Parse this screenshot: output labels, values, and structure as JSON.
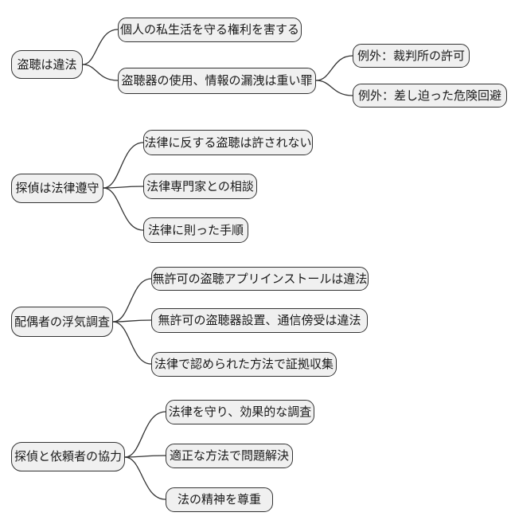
{
  "diagram": {
    "type": "mindmap",
    "background_color": "#ffffff",
    "node_fill_color": "#f0f0f0",
    "node_border_color": "#333333",
    "link_color": "#333333",
    "text_color": "#1a1a1a",
    "branches": [
      {
        "root": "盗聴は違法",
        "children": [
          {
            "label": "個人の私生活を守る権利を害する",
            "children": []
          },
          {
            "label": "盗聴器の使用、情報の漏洩は重い罪",
            "children": [
              {
                "label": "例外：裁判所の許可"
              },
              {
                "label": "例外：差し迫った危険回避"
              }
            ]
          }
        ]
      },
      {
        "root": "探偵は法律遵守",
        "children": [
          {
            "label": "法律に反する盗聴は許されない"
          },
          {
            "label": "法律専門家との相談"
          },
          {
            "label": "法律に則った手順"
          }
        ]
      },
      {
        "root": "配偶者の浮気調査",
        "children": [
          {
            "label": "無許可の盗聴アプリインストールは違法"
          },
          {
            "label": "無許可の盗聴器設置、通信傍受は違法"
          },
          {
            "label": "法律で認められた方法で証拠収集"
          }
        ]
      },
      {
        "root": "探偵と依頼者の協力",
        "children": [
          {
            "label": "法律を守り、効果的な調査"
          },
          {
            "label": "適正な方法で問題解決"
          },
          {
            "label": "法の精神を尊重"
          }
        ]
      }
    ]
  }
}
